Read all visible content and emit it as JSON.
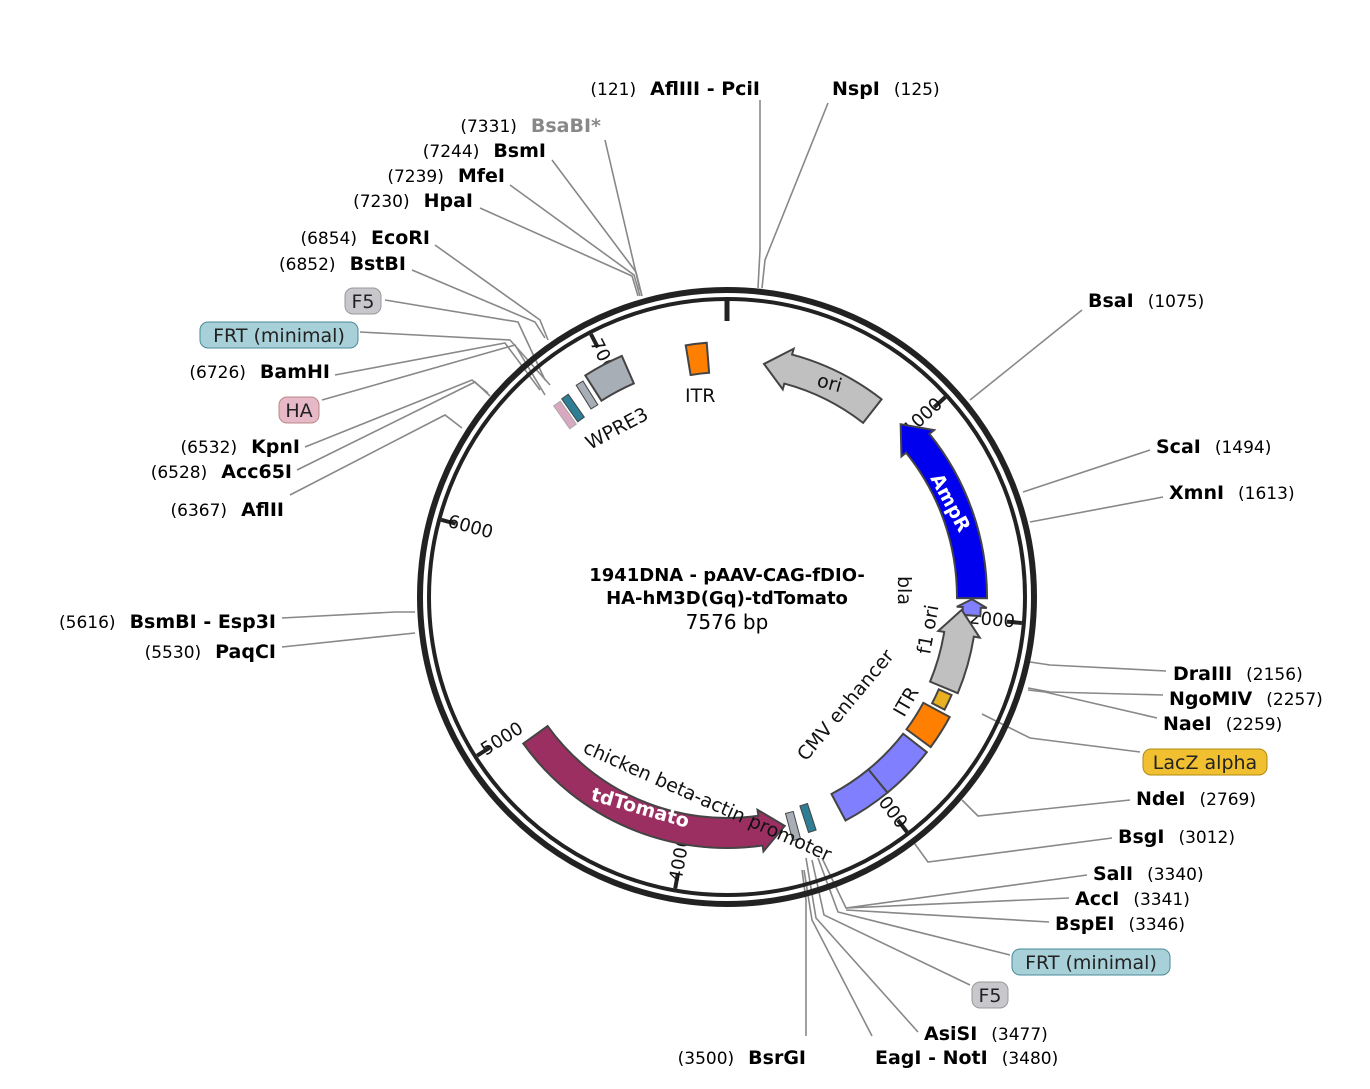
{
  "title_line1": "1941DNA - pAAV-CAG-fDIO-",
  "title_line2": "HA-hM3D(Gq)-tdTomato",
  "length_label": "7576 bp",
  "total_bp": 7576,
  "ticks": [
    "1000",
    "2000",
    "3000",
    "4000",
    "5000",
    "6000",
    "7000"
  ],
  "sites": [
    {
      "name": "AflIII - PciI",
      "pos": "(121)"
    },
    {
      "name": "NspI",
      "pos": "(125)"
    },
    {
      "name": "BsaI",
      "pos": "(1075)"
    },
    {
      "name": "ScaI",
      "pos": "(1494)"
    },
    {
      "name": "XmnI",
      "pos": "(1613)"
    },
    {
      "name": "DraIII",
      "pos": "(2156)"
    },
    {
      "name": "NgoMIV",
      "pos": "(2257)"
    },
    {
      "name": "NaeI",
      "pos": "(2259)"
    },
    {
      "name": "NdeI",
      "pos": "(2769)"
    },
    {
      "name": "BsgI",
      "pos": "(3012)"
    },
    {
      "name": "SalI",
      "pos": "(3340)"
    },
    {
      "name": "AccI",
      "pos": "(3341)"
    },
    {
      "name": "BspEI",
      "pos": "(3346)"
    },
    {
      "name": "AsiSI",
      "pos": "(3477)"
    },
    {
      "name": "EagI - NotI",
      "pos": "(3480)"
    },
    {
      "name": "BsrGI",
      "pos": "(3500)"
    },
    {
      "name": "BsaBI*",
      "pos": "(7331)"
    },
    {
      "name": "BsmI",
      "pos": "(7244)"
    },
    {
      "name": "MfeI",
      "pos": "(7239)"
    },
    {
      "name": "HpaI",
      "pos": "(7230)"
    },
    {
      "name": "EcoRI",
      "pos": "(6854)"
    },
    {
      "name": "BstBI",
      "pos": "(6852)"
    },
    {
      "name": "BamHI",
      "pos": "(6726)"
    },
    {
      "name": "KpnI",
      "pos": "(6532)"
    },
    {
      "name": "Acc65I",
      "pos": "(6528)"
    },
    {
      "name": "AflII",
      "pos": "(6367)"
    },
    {
      "name": "BsmBI - Esp3I",
      "pos": "(5616)"
    },
    {
      "name": "PaqCI",
      "pos": "(5530)"
    }
  ],
  "badges": [
    {
      "label": "LacZ alpha",
      "color": "#f0c030"
    },
    {
      "label": "FRT (minimal)",
      "color": "#a8d0d8"
    },
    {
      "label": "F5",
      "color": "#c8c8cc"
    },
    {
      "label": "F5",
      "color": "#c8c8cc"
    },
    {
      "label": "FRT (minimal)",
      "color": "#a8d0d8"
    },
    {
      "label": "HA",
      "color": "#e6b8c8"
    }
  ],
  "features": [
    {
      "label": "ori",
      "start": 190,
      "end": 800,
      "strand": "reverse",
      "color": "#c0c0c0"
    },
    {
      "label": "AmpR",
      "start": 950,
      "end": 1900,
      "strand": "reverse",
      "color": "#0000ee"
    },
    {
      "label": "bla",
      "start": 1905,
      "end": 1985,
      "strand": "reverse",
      "color": "#8080ff"
    },
    {
      "label": "f1 ori",
      "start": 1960,
      "end": 2370,
      "strand": "reverse",
      "color": "#c0c0c0"
    },
    {
      "label": "LacZ alpha",
      "start": 2390,
      "end": 2470,
      "strand": "none",
      "color": "#e8b020"
    },
    {
      "label": "ITR",
      "start": 2490,
      "end": 2660,
      "strand": "none",
      "color": "#ff8000"
    },
    {
      "label": "CMV enhancer",
      "start": 2690,
      "end": 2960,
      "strand": "none",
      "color": "#8080ff"
    },
    {
      "label": "chicken beta-actin promoter",
      "start": 2960,
      "end": 3200,
      "strand": "none",
      "color": "#8080ff"
    },
    {
      "label": "tdTomato",
      "start": 3490,
      "end": 4930,
      "strand": "reverse",
      "color": "#9c2f62"
    },
    {
      "label": "WPRE3",
      "start": 6890,
      "end": 7080,
      "strand": "none",
      "color": "#a8aeb6"
    },
    {
      "label": "ITR",
      "start": 7380,
      "end": 7480,
      "strand": "none",
      "color": "#ff8000"
    }
  ]
}
